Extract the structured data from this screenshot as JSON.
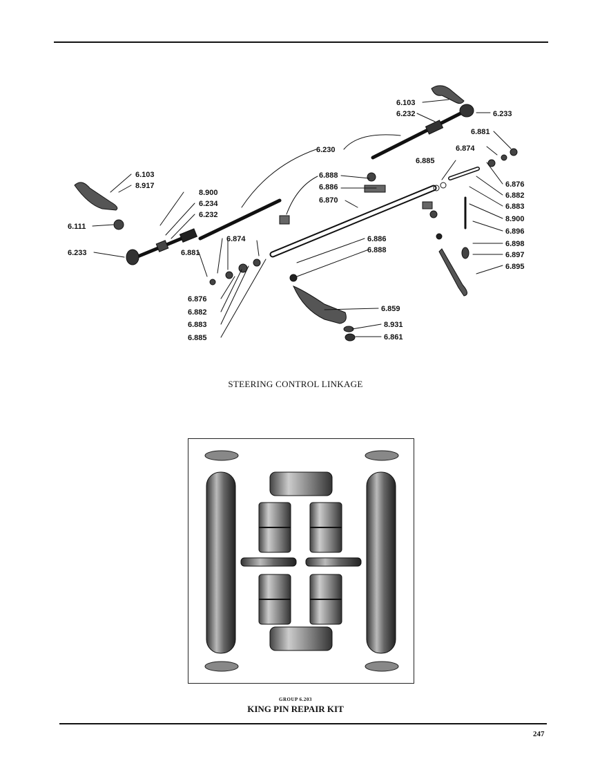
{
  "steering": {
    "caption": "STEERING CONTROL LINKAGE",
    "callouts": [
      "6.103",
      "6.232",
      "6.233",
      "6.881",
      "6.874",
      "6.885",
      "6.230",
      "6.876",
      "6.882",
      "6.883",
      "8.900",
      "6.896",
      "6.898",
      "6.897",
      "6.895",
      "6.888",
      "6.886",
      "6.870",
      "6.103",
      "8.917",
      "8.900",
      "6.234",
      "6.232",
      "6.111",
      "6.874",
      "6.233",
      "6.881",
      "6.886",
      "6.888",
      "6.876",
      "6.882",
      "6.883",
      "6.885",
      "6.859",
      "8.931",
      "6.861"
    ]
  },
  "kit": {
    "group": "GROUP 6.203",
    "title": "KING PIN REPAIR KIT"
  },
  "page": {
    "number": "247"
  },
  "colors": {
    "ink": "#111111",
    "paper": "#ffffff"
  }
}
